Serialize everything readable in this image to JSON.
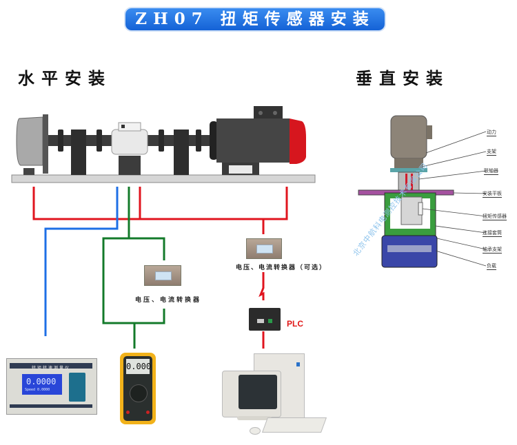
{
  "header": {
    "title": "ZH07 扭矩传感器安装"
  },
  "sections": {
    "horizontal": {
      "title": "水平安装"
    },
    "vertical": {
      "title": "垂直安装"
    }
  },
  "horizontal_diagram": {
    "components": [
      "load-unit",
      "bearing-support",
      "torque-sensor",
      "bearing-support",
      "motor"
    ]
  },
  "vertical_diagram": {
    "labels": [
      "动力",
      "支架",
      "联轴器",
      "安装平板",
      "扭矩传感器",
      "连接套筒",
      "轴承支架",
      "负载"
    ],
    "watermark": "北京中航科电测控技术有限公司"
  },
  "wiring": {
    "colors": {
      "power": "#e0141e",
      "signal_blue": "#1e6fe6",
      "signal_green": "#137a2a"
    },
    "converter_1_label": "电压、电流转换器",
    "converter_2_label": "电压、电流转换器（可选）",
    "plc_label": "PLC"
  },
  "devices": {
    "torque_meter": {
      "title": "转矩转速测量仪",
      "display_value": "0.0000",
      "display_sub": "Speed 0.0000"
    },
    "multimeter": {
      "display_value": "0.000"
    },
    "computer": {
      "name": "PC"
    }
  }
}
